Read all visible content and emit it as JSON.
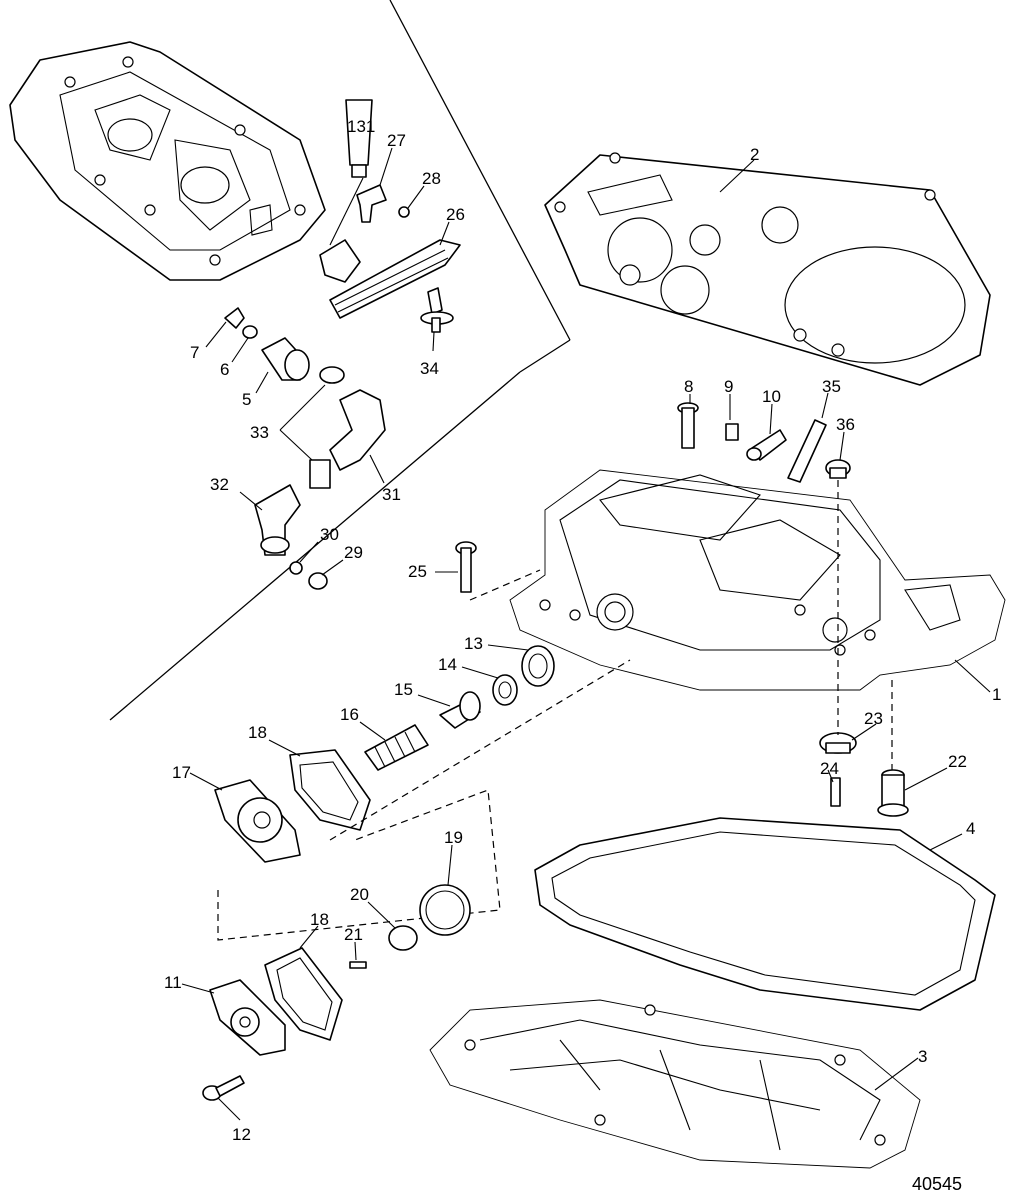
{
  "figure_number": "40545",
  "callouts": {
    "c1": "1",
    "c2": "2",
    "c3": "3",
    "c4": "4",
    "c5": "5",
    "c6": "6",
    "c7": "7",
    "c8": "8",
    "c9": "9",
    "c10": "10",
    "c11": "11",
    "c12": "12",
    "c13": "13",
    "c14": "14",
    "c15": "15",
    "c16": "16",
    "c17": "17",
    "c18a": "18",
    "c18b": "18",
    "c19": "19",
    "c20": "20",
    "c21": "21",
    "c22": "22",
    "c23": "23",
    "c24": "24",
    "c25": "25",
    "c26": "26",
    "c27": "27",
    "c28": "28",
    "c29": "29",
    "c30": "30",
    "c31": "31",
    "c32": "32",
    "c33": "33",
    "c34": "34",
    "c35": "35",
    "c36": "36"
  },
  "sealant_tube_label": "131"
}
